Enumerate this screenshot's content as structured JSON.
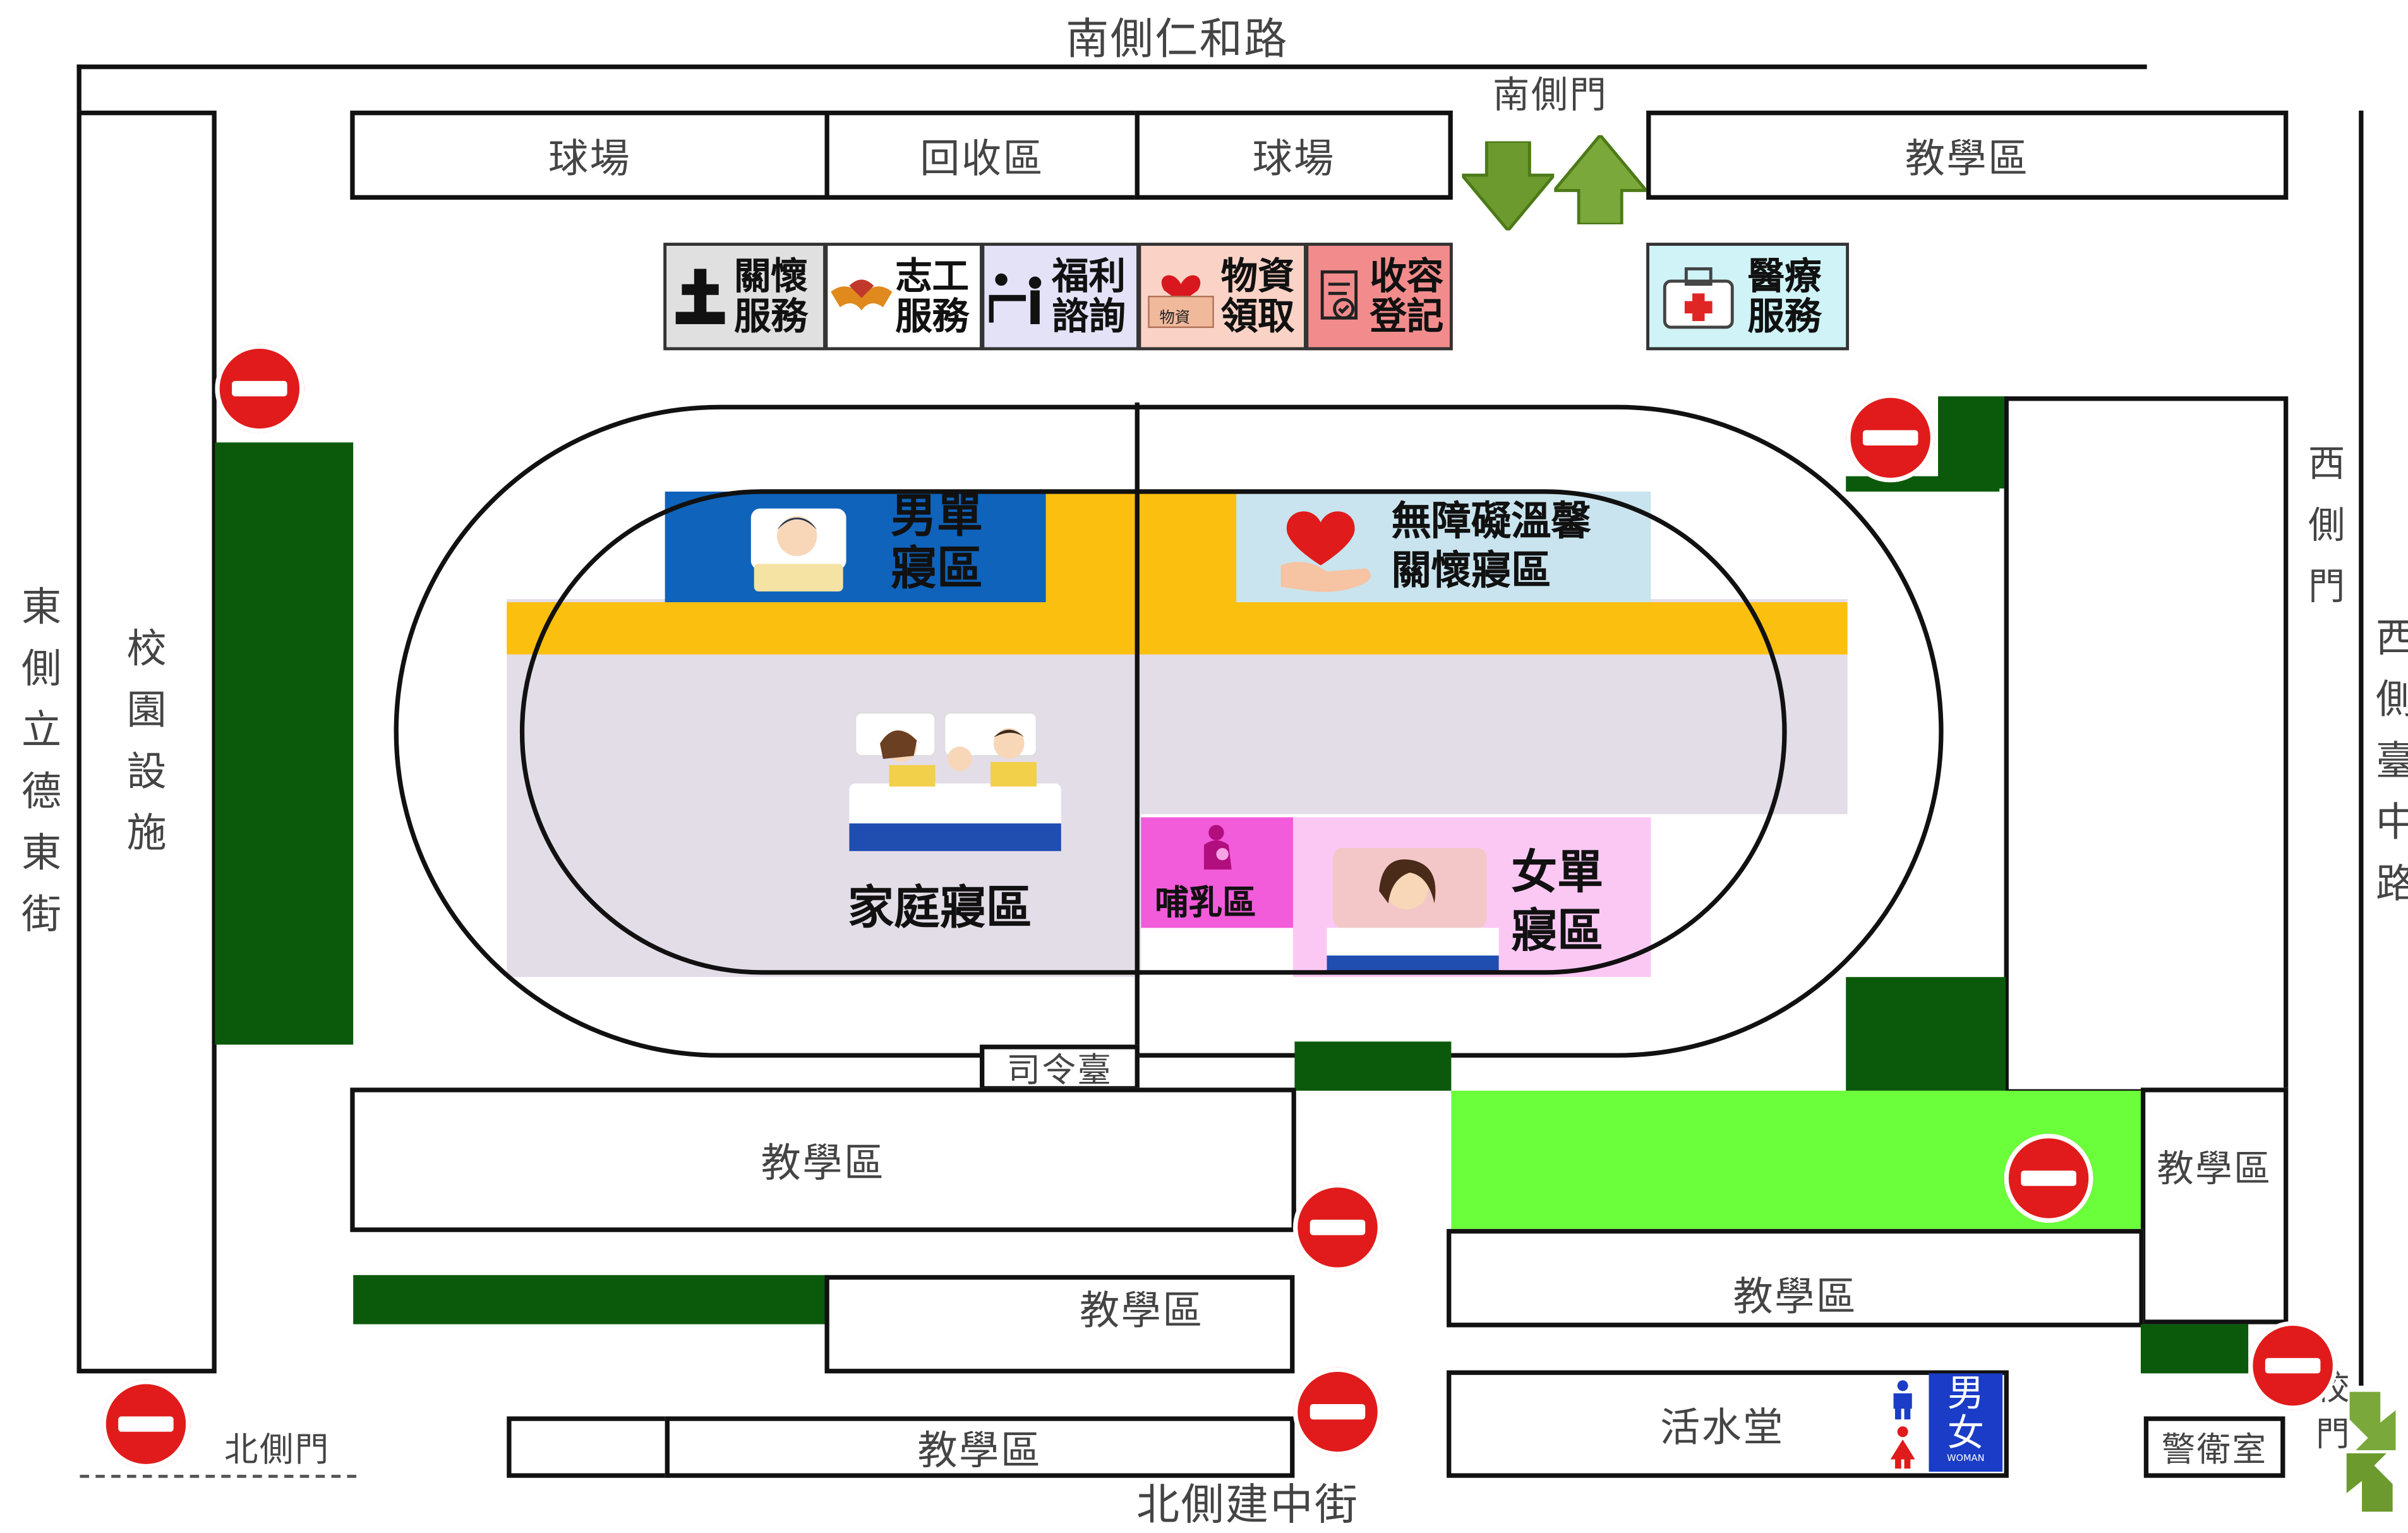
{
  "roads": {
    "south": "南側仁和路",
    "east": "東側立德東街",
    "north": "北側建中街",
    "west": "西側臺中路"
  },
  "gates": {
    "south": "南側門",
    "west": "西側門",
    "north": "北側門",
    "corner": "校門"
  },
  "buildings": {
    "campus_facility": "校園設施",
    "top_court_left": "球場",
    "top_recycle": "回收區",
    "top_court_right": "球場",
    "top_teaching": "教學區",
    "mid_teaching": "教學區",
    "lower_teaching": "教學區",
    "bottom_teaching": "教學區",
    "right_teaching_lower": "教學區",
    "right_teaching_side": "教學區",
    "activity_hall": "活水堂",
    "guard_room": "警衛室",
    "podium": "司令臺"
  },
  "services": [
    {
      "label": "關懷\n服務",
      "icon": "cross-icon",
      "bg": "#e0e0e0"
    },
    {
      "label": "志工\n服務",
      "icon": "helping-hands-icon",
      "bg": "#ffffff"
    },
    {
      "label": "福利\n諮詢",
      "icon": "counter-icon",
      "bg": "#e4e2f7"
    },
    {
      "label": "物資\n領取",
      "icon": "supply-box-icon",
      "bg": "#fbd3c6"
    },
    {
      "label": "收容\n登記",
      "icon": "register-icon",
      "bg": "#f28c8c"
    }
  ],
  "box_caption": "物資",
  "medical": {
    "label": "醫療\n服務",
    "icon": "medical-kit-icon",
    "bg": "#cff3f7"
  },
  "zones": {
    "male": "男單\n寢區",
    "accessible": "無障礙溫馨\n關懷寢區",
    "family": "家庭寢區",
    "nursing": "哺乳區",
    "female": "女單\n寢區"
  },
  "restroom": {
    "male": "男",
    "female": "女",
    "sub": "WOMAN"
  },
  "colors": {
    "field_lavender": "#e3dde8",
    "corridor_yellow": "#fbbf0f",
    "male_zone_blue": "#0f63bb",
    "accessible_zone": "#c9e4ee",
    "nursing_pink": "#f25bd9",
    "female_zone": "#fbc8f4",
    "tree_green": "#0b5a0b",
    "lawn_green": "#6aff3a",
    "no_entry_red": "#e11b1b",
    "restroom_blue": "#1a3cc7"
  }
}
